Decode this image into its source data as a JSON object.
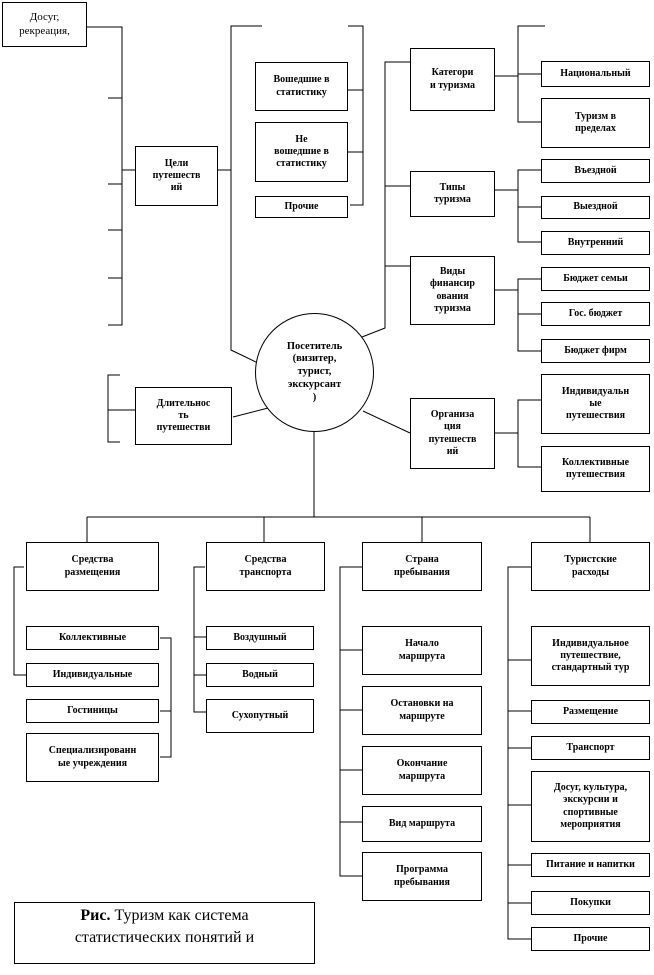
{
  "center": "Посетитель\n(визитер,\nтурист,\nэкскурсант\n)",
  "leisure": "Досуг,\nрекреация,",
  "purposes": "Цели\nпутешеств\nий",
  "official_stats": "Вошедшие в\nстатистику",
  "not_official_stats": "Не\nвошедшие в\nстатистику",
  "other_top": "Прочие",
  "duration": "Длительнос\nть\nпутешестви",
  "tourism_category": "Категори\nи туризма",
  "national": "Национальный",
  "tourism_within": "Туризм в\nпределах",
  "tourism_types": "Типы\nтуризма",
  "outbound": "Въездной",
  "inbound": "Выездной",
  "domestic": "Внутренний",
  "financing": "Виды\nфинансир\nования\nтуризма",
  "budget_family": "Бюджет семьи",
  "budget_state": "Гос. бюджет",
  "budget_firm": "Бюджет фирм",
  "organization": "Организа\nция\nпутешеств\nий",
  "individual_travel": "Индивидуальн\nые\nпутешествия",
  "collective_travel": "Коллективные\nпутешествия",
  "accommodation": "Средства\nразмещения",
  "acc_collective": "Коллективные",
  "acc_individual": "Индивидуальные",
  "acc_hotels": "Гостиницы",
  "acc_special": "Специализированн\nые учреждения",
  "transport": "Средства\nтранспорта",
  "tr_air": "Воздушный",
  "tr_water": "Водный",
  "tr_land": "Сухопутный",
  "country": "Страна\nпребывания",
  "route_start": "Начало\nмаршрута",
  "route_stops": "Остановки на\nмаршруте",
  "route_end": "Окончание\nмаршрута",
  "route_type": "Вид маршрута",
  "stay_program": "Программа\nпребывания",
  "expenses": "Туристские\nрасходы",
  "exp_individual": "Индивидуальное\nпутешествие,\nстандартный тур",
  "exp_accommodation": "Размещение",
  "exp_transport": "Транспорт",
  "exp_leisure": "Досуг, культура,\nэкскурсии и\nспортивные\nмероприятия",
  "exp_food": "Питание и напитки",
  "exp_shopping": "Покупки",
  "exp_other": "Прочие",
  "caption_bold": "Рис.",
  "caption_text": " Туризм как система\nстатистических понятий и"
}
